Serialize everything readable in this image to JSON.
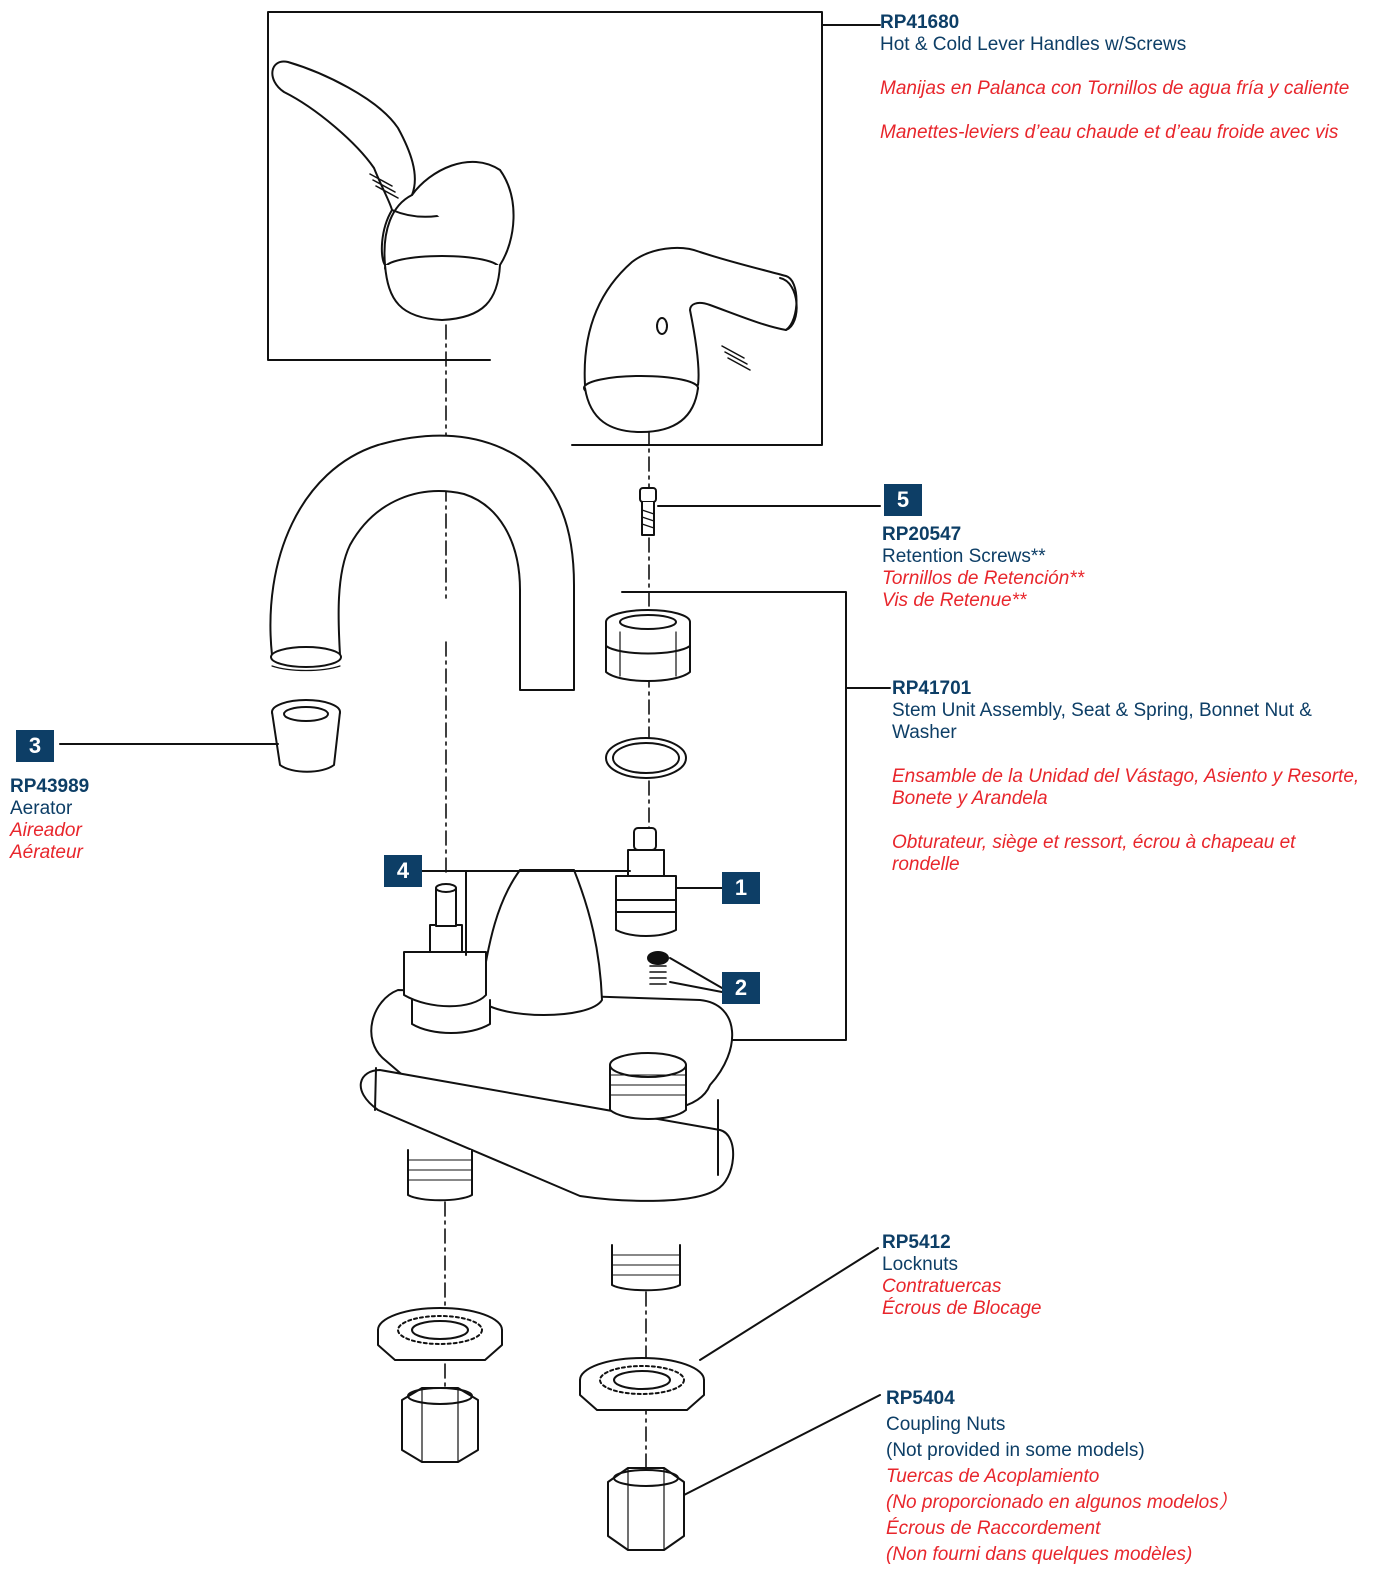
{
  "diagram_type": "exploded parts view",
  "colors": {
    "ink": "#0d3e66",
    "alt_language": "#e8262c",
    "line": "#111111"
  },
  "parts": [
    {
      "key": "handles",
      "part_number": "RP41680",
      "english": "Hot & Cold Lever Handles w/Screws",
      "spanish": "Manijas en Palanca con Tornillos de agua fría y caliente",
      "french": "Manettes-leviers d’eau chaude et d’eau froide avec vis"
    },
    {
      "key": "retention_screws",
      "callout": "5",
      "part_number": "RP20547",
      "english": "Retention Screws**",
      "spanish": "Tornillos de Retención**",
      "french": "Vis de Retenue**"
    },
    {
      "key": "aerator",
      "callout": "3",
      "part_number": "RP43989",
      "english": "Aerator",
      "spanish": "Aireador",
      "french": "Aérateur"
    },
    {
      "key": "stem_unit",
      "part_number": "RP41701",
      "english": "Stem Unit Assembly, Seat & Spring, Bonnet Nut & Washer",
      "spanish": "Ensamble de la Unidad del Vástago, Asiento y Resorte, Bonete y Arandela",
      "french": "Obturateur, siège et ressort, écrou à chapeau et rondelle"
    },
    {
      "key": "locknuts",
      "part_number": "RP5412",
      "english": "Locknuts",
      "spanish": "Contratuercas",
      "french": "Écrous de Blocage"
    },
    {
      "key": "coupling_nuts",
      "part_number": "RP5404",
      "english": "Coupling Nuts",
      "english_note": "(Not provided in some models)",
      "spanish": "Tuercas de Acoplamiento",
      "spanish_note": "(No proporcionado en algunos modelos）",
      "french": "Écrous de Raccordement",
      "french_note": "(Non fourni dans quelques modèles)"
    }
  ],
  "callouts": {
    "c1": "1",
    "c2": "2",
    "c4": "4"
  }
}
